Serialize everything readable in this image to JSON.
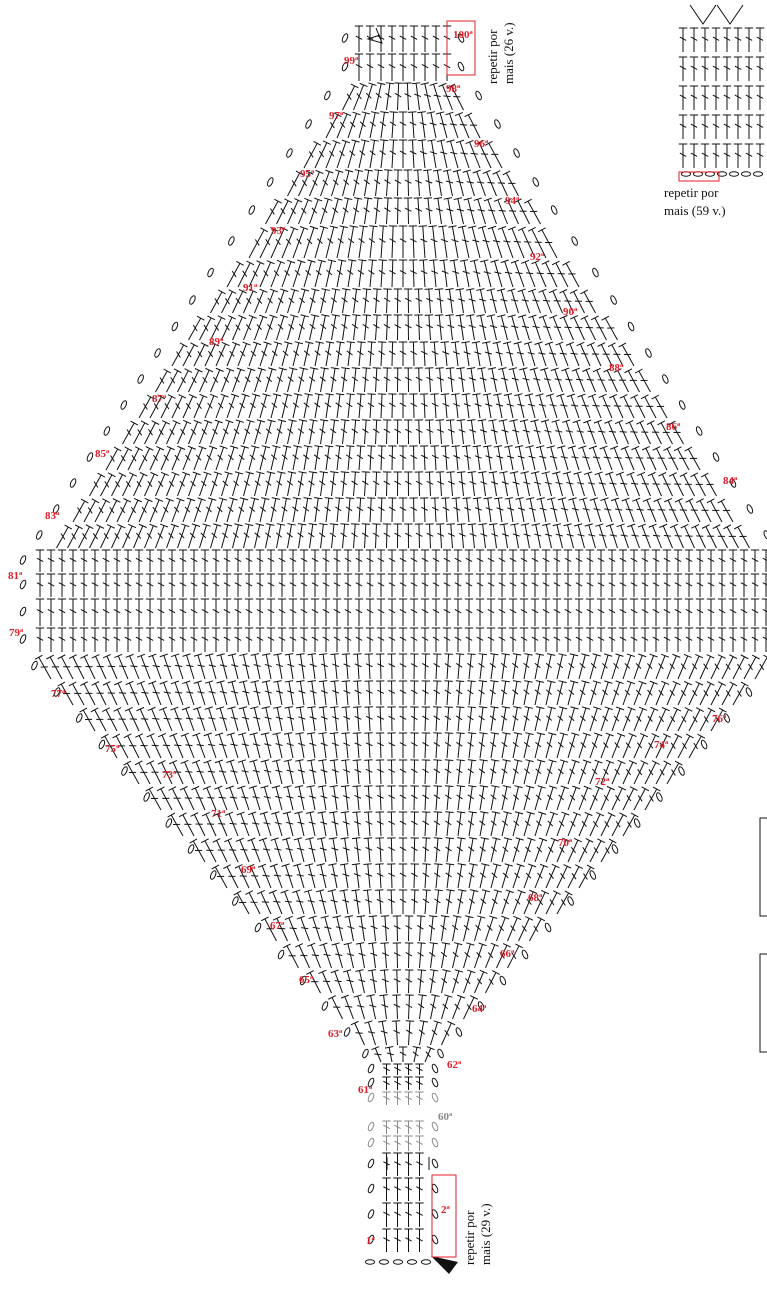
{
  "colors": {
    "stitch": "#111111",
    "label": "#e0202a",
    "faded": "#8a8a8a",
    "bracket": "#e0202a"
  },
  "rows": [
    {
      "n": 1,
      "label": "1ª"
    },
    {
      "n": 2,
      "label": "2ª"
    },
    {
      "n": 60,
      "label": "60ª"
    },
    {
      "n": 61,
      "label": "61ª"
    },
    {
      "n": 62,
      "label": "62ª"
    },
    {
      "n": 63,
      "label": "63ª"
    },
    {
      "n": 64,
      "label": "64ª"
    },
    {
      "n": 65,
      "label": "65ª"
    },
    {
      "n": 66,
      "label": "66ª"
    },
    {
      "n": 67,
      "label": "67ª"
    },
    {
      "n": 68,
      "label": "68ª"
    },
    {
      "n": 69,
      "label": "69ª"
    },
    {
      "n": 70,
      "label": "70ª"
    },
    {
      "n": 71,
      "label": "71ª"
    },
    {
      "n": 72,
      "label": "72ª"
    },
    {
      "n": 73,
      "label": "73ª"
    },
    {
      "n": 74,
      "label": "74ª"
    },
    {
      "n": 75,
      "label": "75ª"
    },
    {
      "n": 76,
      "label": "76ª"
    },
    {
      "n": 77,
      "label": "77ª"
    },
    {
      "n": 79,
      "label": "79ª"
    },
    {
      "n": 81,
      "label": "81ª"
    },
    {
      "n": 83,
      "label": "83ª"
    },
    {
      "n": 84,
      "label": "84ª"
    },
    {
      "n": 85,
      "label": "85ª"
    },
    {
      "n": 86,
      "label": "86ª"
    },
    {
      "n": 87,
      "label": "87ª"
    },
    {
      "n": 88,
      "label": "88ª"
    },
    {
      "n": 89,
      "label": "89ª"
    },
    {
      "n": 90,
      "label": "90ª"
    },
    {
      "n": 91,
      "label": "91ª"
    },
    {
      "n": 92,
      "label": "92ª"
    },
    {
      "n": 93,
      "label": "93ª"
    },
    {
      "n": 94,
      "label": "94ª"
    },
    {
      "n": 95,
      "label": "95ª"
    },
    {
      "n": 96,
      "label": "96ª"
    },
    {
      "n": 97,
      "label": "97ª"
    },
    {
      "n": 98,
      "label": "98ª"
    },
    {
      "n": 99,
      "label": "99ª"
    },
    {
      "n": 100,
      "label": "100ª"
    }
  ],
  "notes": {
    "repeat_top": [
      "repetir por",
      "mais (26 v.)"
    ],
    "repeat_bottom": [
      "repetir por",
      "mais (29 v.)"
    ],
    "repeat_side": [
      "repetir por",
      "mais (59 v.)"
    ]
  }
}
